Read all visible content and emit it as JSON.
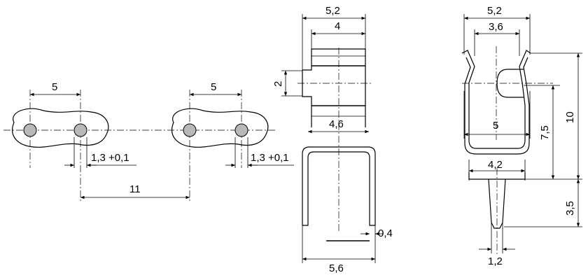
{
  "pcb_view": {
    "dims": {
      "pitch_left": "5",
      "pitch_right": "5",
      "hole_left": "1,3 +0,1",
      "hole_right": "1,3 +0,1",
      "spacing": "11"
    }
  },
  "front_view": {
    "dims": {
      "width_top": "5,2",
      "width_inner": "4",
      "height_small": "2",
      "width_mid": "4,6",
      "thickness": "0,4",
      "width_bottom": "5,6"
    }
  },
  "side_view": {
    "dims": {
      "width_top": "5,2",
      "width_inner": "3,6",
      "width_mid": "5",
      "width_lower": "4,2",
      "height_total": "10",
      "height_body": "7,5",
      "pin_length": "3,5",
      "pin_width": "1,2"
    }
  }
}
